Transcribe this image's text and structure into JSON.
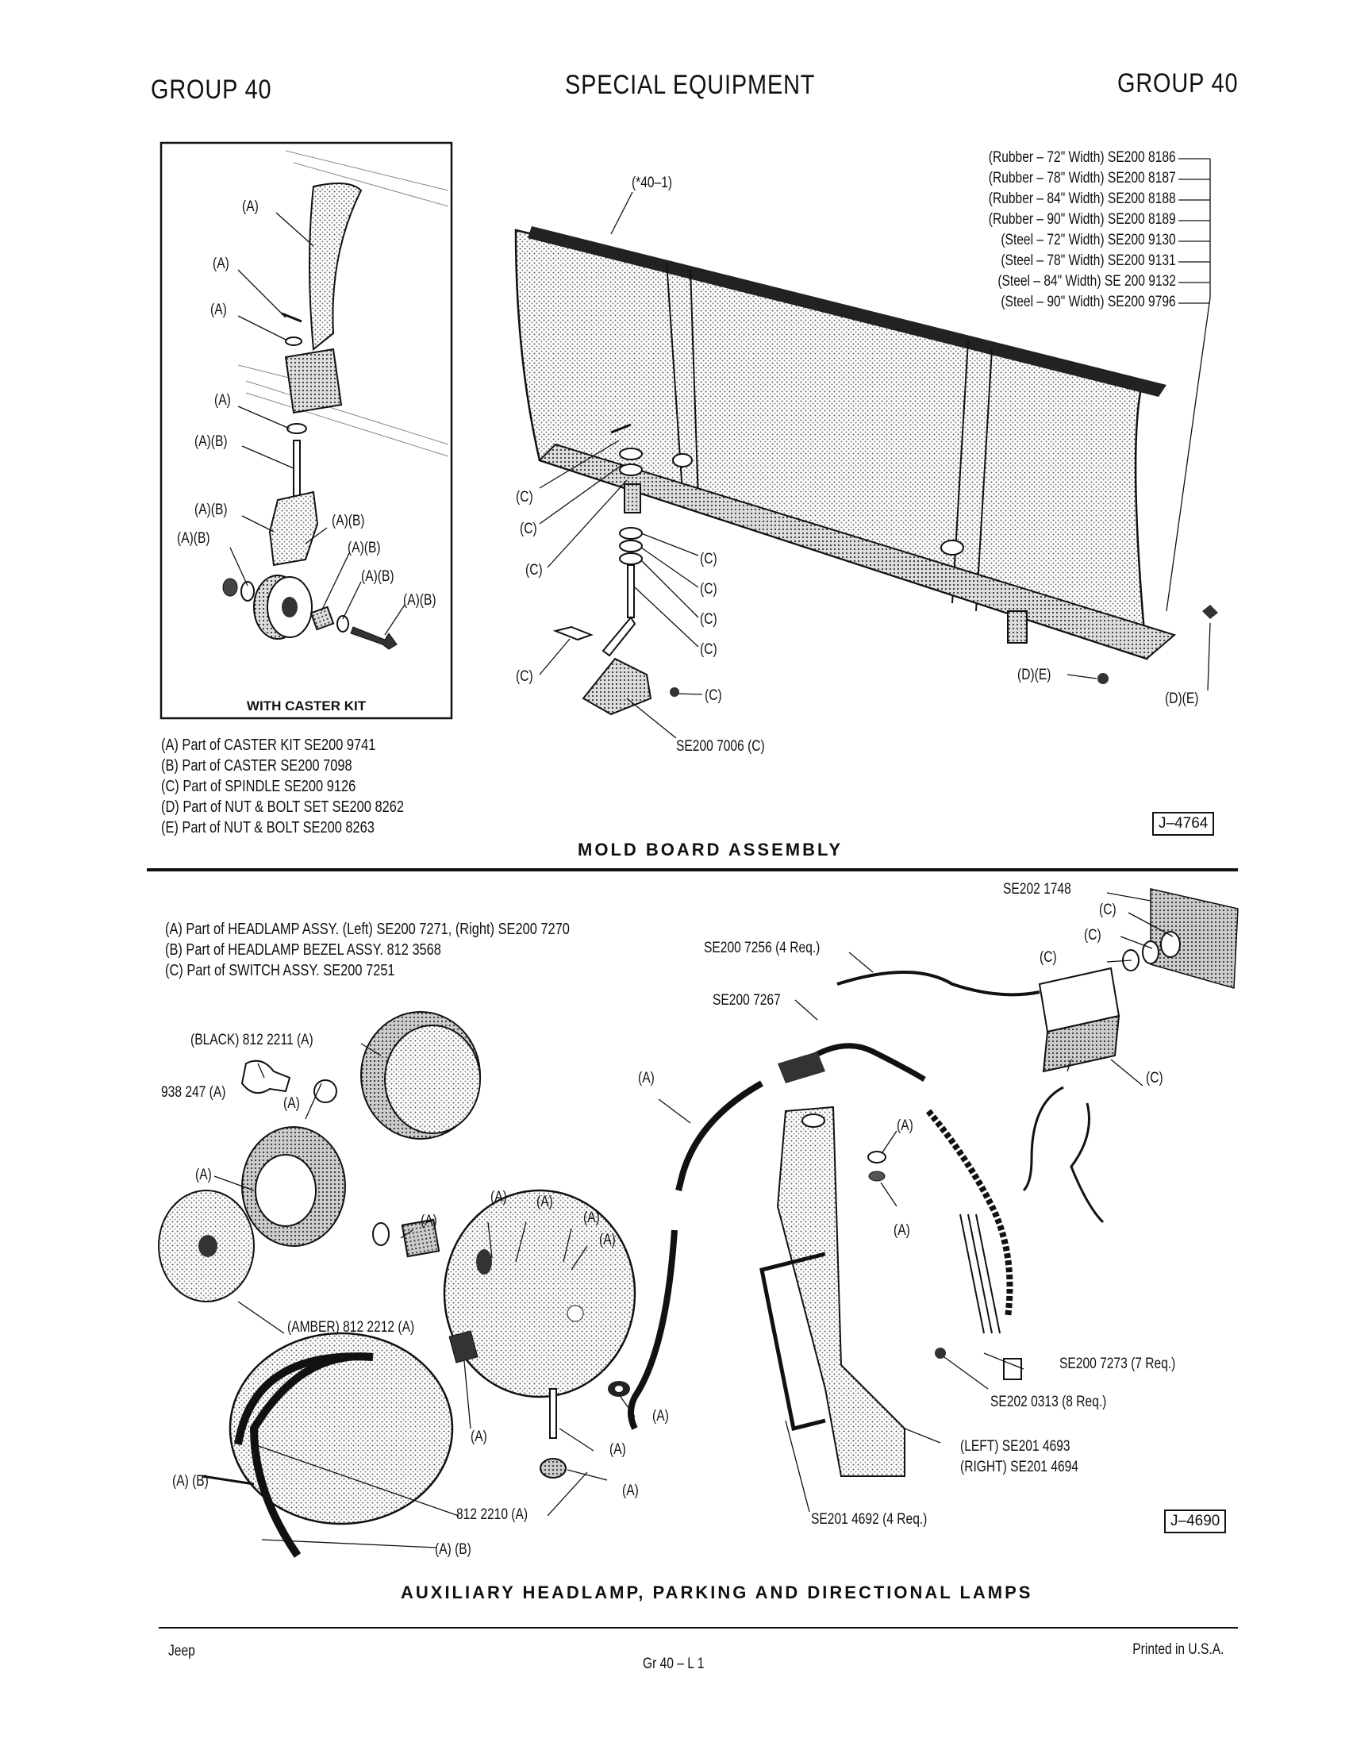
{
  "header": {
    "left": "GROUP 40",
    "center": "SPECIAL EQUIPMENT",
    "right": "GROUP 40"
  },
  "mold_board": {
    "inset_caption": "WITH CASTER KIT",
    "inset_labels": [
      "(A)",
      "(A)",
      "(A)",
      "(A)",
      "(A)(B)",
      "(A)(B)",
      "(A)(B)",
      "(A)(B)",
      "(A)(B)",
      "(A)(B)",
      "(A)(B)"
    ],
    "callout_top": "(*40–1)",
    "blade_parts": [
      "(Rubber – 72\" Width) SE200 8186",
      "(Rubber – 78\" Width) SE200 8187",
      "(Rubber – 84\" Width) SE200 8188",
      "(Rubber – 90\" Width) SE200 8189",
      "(Steel – 72\" Width) SE200 9130",
      "(Steel – 78\" Width) SE200 9131",
      "(Steel – 84\" Width) SE 200 9132",
      "(Steel – 90\" Width) SE200 9796"
    ],
    "c_labels": [
      "(C)",
      "(C)",
      "(C)",
      "(C)",
      "(C)",
      "(C)",
      "(C)",
      "(C)",
      "(C)"
    ],
    "de_labels": [
      "(D)(E)",
      "(D)(E)"
    ],
    "skid_part": "SE200 7006 (C)",
    "legend": [
      "(A)  Part of CASTER KIT  SE200 9741",
      "(B)  Part of CASTER  SE200 7098",
      "(C)  Part of SPINDLE  SE200 9126",
      "(D)  Part of NUT & BOLT SET  SE200 8262",
      "(E)  Part of NUT & BOLT  SE200 8263"
    ],
    "ref": "J–4764",
    "caption": "MOLD BOARD ASSEMBLY"
  },
  "headlamp": {
    "legend": [
      "(A)  Part of HEADLAMP ASSY. (Left)  SE200 7271, (Right)  SE200 7270",
      "(B)  Part of HEADLAMP BEZEL ASSY.  812 3568",
      "(C)  Part of SWITCH ASSY.  SE200 7251"
    ],
    "labels": {
      "plate": "SE202 1748",
      "c1": "(C)",
      "c2": "(C)",
      "c3": "(C)",
      "c4": "(C)",
      "wire4": "SE200 7256 (4 Req.)",
      "harness": "SE200 7267",
      "black": "(BLACK) 812 2211 (A)",
      "bulb": "938 247 (A)",
      "a_socket": "(A)",
      "a_housing": "(A)",
      "a_harness": "(A)",
      "a_bracket1": "(A)",
      "a_bracket2": "(A)",
      "a_gasket": "(A)",
      "a_sleeve1": "(A)",
      "a_sleeve2": "(A)",
      "a_sleeve3": "(A)",
      "a_sleeve4": "(A)",
      "amber": "(AMBER) 812 2212 (A)",
      "a_grommet": "(A)",
      "a_switch": "(A)",
      "a_stud": "(A)",
      "a_spacer": "(A)",
      "ab_screw": "(A) (B)",
      "lamp": "812 2210 (A)",
      "ab_ring": "(A) (B)",
      "connector": "SE200 7273 (7 Req.)",
      "nut8": "SE202 0313 (8 Req.)",
      "left": "(LEFT) SE201 4693",
      "right": "(RIGHT) SE201 4694",
      "ubolt": "SE201 4692 (4 Req.)"
    },
    "ref": "J–4690",
    "caption": "AUXILIARY HEADLAMP, PARKING AND DIRECTIONAL LAMPS"
  },
  "footer": {
    "left": "Jeep",
    "center": "Gr 40 – L 1",
    "right": "Printed in U.S.A."
  }
}
